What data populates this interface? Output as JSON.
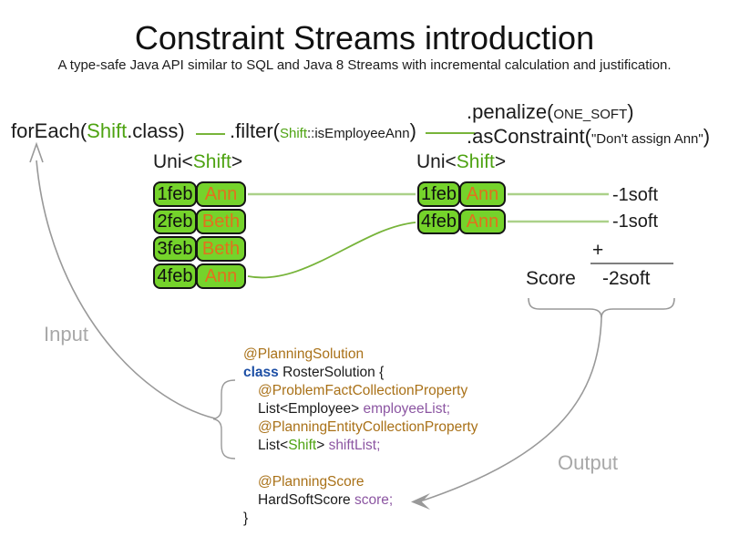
{
  "title": "Constraint Streams introduction",
  "subtitle": "A type-safe Java API similar to SQL and Java 8 Streams with incremental calculation and justification.",
  "colors": {
    "accent_green": "#4ea312",
    "cell_green": "#75d32b",
    "employee_orange": "#e2711d",
    "annotation_gold": "#a97118",
    "keyword_blue": "#1d4fa5",
    "field_purple": "#8c56a2",
    "connector_light": "#abd189",
    "connector_green": "#77b43a",
    "arrow_gray": "#999999",
    "label_gray": "#a8a8a8",
    "sum_gray": "#7f7f7f",
    "text_black": "#1b1b1b"
  },
  "pipeline": {
    "foreach": {
      "pre": "forEach(",
      "class_name": "Shift",
      "post": ".class)"
    },
    "filter": {
      "pre": ".filter(",
      "arg_class": "Shift",
      "arg_rest": "::isEmployeeAnn",
      "post": ")"
    },
    "penalize": {
      "pre": ".penalize(",
      "arg": "ONE_SOFT",
      "post": ")"
    },
    "as_constraint": {
      "pre": ".asConstraint(",
      "arg": "\"Don't assign Ann\"",
      "post": ")"
    }
  },
  "left_table": {
    "label_pre": "Uni<",
    "label_class": "Shift",
    "label_post": ">",
    "rows": [
      {
        "date": "1feb",
        "employee": "Ann"
      },
      {
        "date": "2feb",
        "employee": "Beth"
      },
      {
        "date": "3feb",
        "employee": "Beth"
      },
      {
        "date": "4feb",
        "employee": "Ann"
      }
    ]
  },
  "right_table": {
    "label_pre": "Uni<",
    "label_class": "Shift",
    "label_post": ">",
    "rows": [
      {
        "date": "1feb",
        "employee": "Ann"
      },
      {
        "date": "4feb",
        "employee": "Ann"
      }
    ]
  },
  "scores": {
    "penalties": [
      "-1soft",
      "-1soft"
    ],
    "plus": "+",
    "score_label": "Score",
    "total": "-2soft"
  },
  "labels": {
    "input": "Input",
    "output": "Output"
  },
  "code": {
    "lines": [
      {
        "indent": 0,
        "segments": [
          {
            "text": "@PlanningSolution",
            "style": "annotation"
          }
        ]
      },
      {
        "indent": 0,
        "segments": [
          {
            "text": "class",
            "style": "keyword"
          },
          {
            "text": " RosterSolution {",
            "style": "plain"
          }
        ]
      },
      {
        "indent": 1,
        "segments": [
          {
            "text": "@ProblemFactCollectionProperty",
            "style": "annotation"
          }
        ]
      },
      {
        "indent": 1,
        "segments": [
          {
            "text": "List<Employee> ",
            "style": "plain"
          },
          {
            "text": "employeeList;",
            "style": "field"
          }
        ]
      },
      {
        "indent": 1,
        "segments": [
          {
            "text": "@PlanningEntityCollectionProperty",
            "style": "annotation"
          }
        ]
      },
      {
        "indent": 1,
        "segments": [
          {
            "text": "List<",
            "style": "plain"
          },
          {
            "text": "Shift",
            "style": "type-green"
          },
          {
            "text": "> ",
            "style": "plain"
          },
          {
            "text": "shiftList;",
            "style": "field"
          }
        ]
      },
      {
        "indent": 1,
        "segments": []
      },
      {
        "indent": 1,
        "segments": [
          {
            "text": "@PlanningScore",
            "style": "annotation"
          }
        ]
      },
      {
        "indent": 1,
        "segments": [
          {
            "text": "HardSoftScore ",
            "style": "plain"
          },
          {
            "text": "score;",
            "style": "field"
          }
        ]
      },
      {
        "indent": 0,
        "segments": [
          {
            "text": "}",
            "style": "plain"
          }
        ]
      }
    ]
  }
}
